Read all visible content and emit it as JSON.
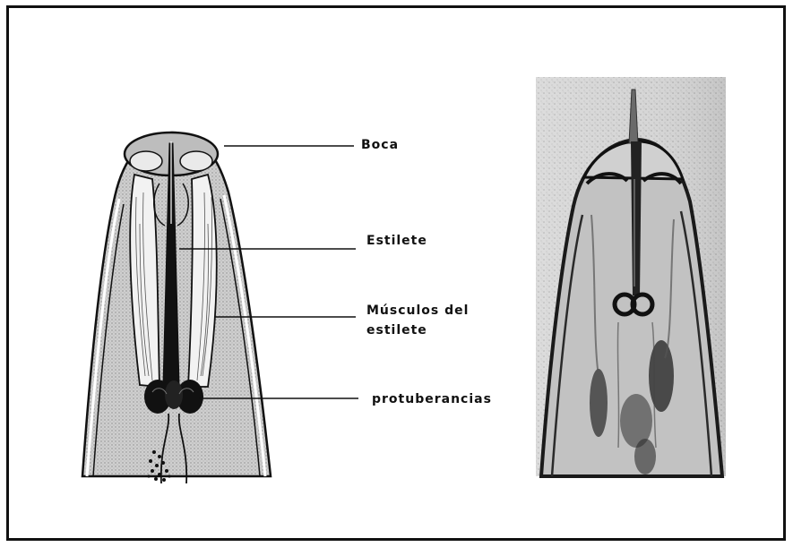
{
  "diagram": {
    "labels": {
      "boca": "Boca",
      "estilete": "Estilete",
      "musculos_line1": "Músculos del",
      "musculos_line2": "estilete",
      "protuberancias": "protuberancias"
    },
    "colors": {
      "ink": "#111111",
      "body_fill": "#c9c9c9",
      "muscle_fill": "#f2f2f2",
      "photo_bg": "#d4d4d4"
    }
  }
}
